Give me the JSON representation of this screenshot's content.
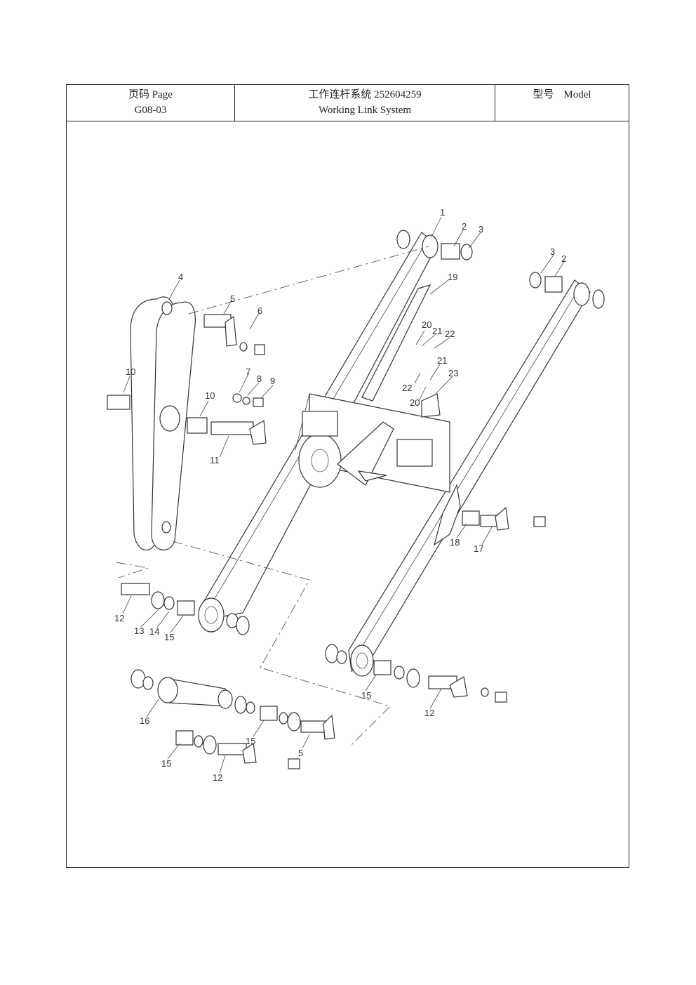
{
  "header": {
    "page_label": "页码 Page",
    "page_code": "G08-03",
    "title_cn": "工作连杆系统 252604259",
    "title_en": "Working Link System",
    "model_cn": "型号",
    "model_en": "Model"
  },
  "callouts": {
    "c1": "1",
    "c2": "2",
    "c3": "3",
    "c2b": "2",
    "c3b": "3",
    "c4": "4",
    "c5": "5",
    "c6": "6",
    "c7": "7",
    "c8": "8",
    "c9": "9",
    "c10a": "10",
    "c10b": "10",
    "c11": "11",
    "c12a": "12",
    "c13": "13",
    "c14": "14",
    "c15a": "15",
    "c15b": "15",
    "c12b": "12",
    "c16": "16",
    "c15c": "15",
    "c15d": "15",
    "c12c": "12",
    "c5b": "5",
    "c17": "17",
    "c18": "18",
    "c19": "19",
    "c20a": "20",
    "c21a": "21",
    "c22a": "22",
    "c21b": "21",
    "c22b": "22",
    "c20b": "20",
    "c23": "23"
  }
}
